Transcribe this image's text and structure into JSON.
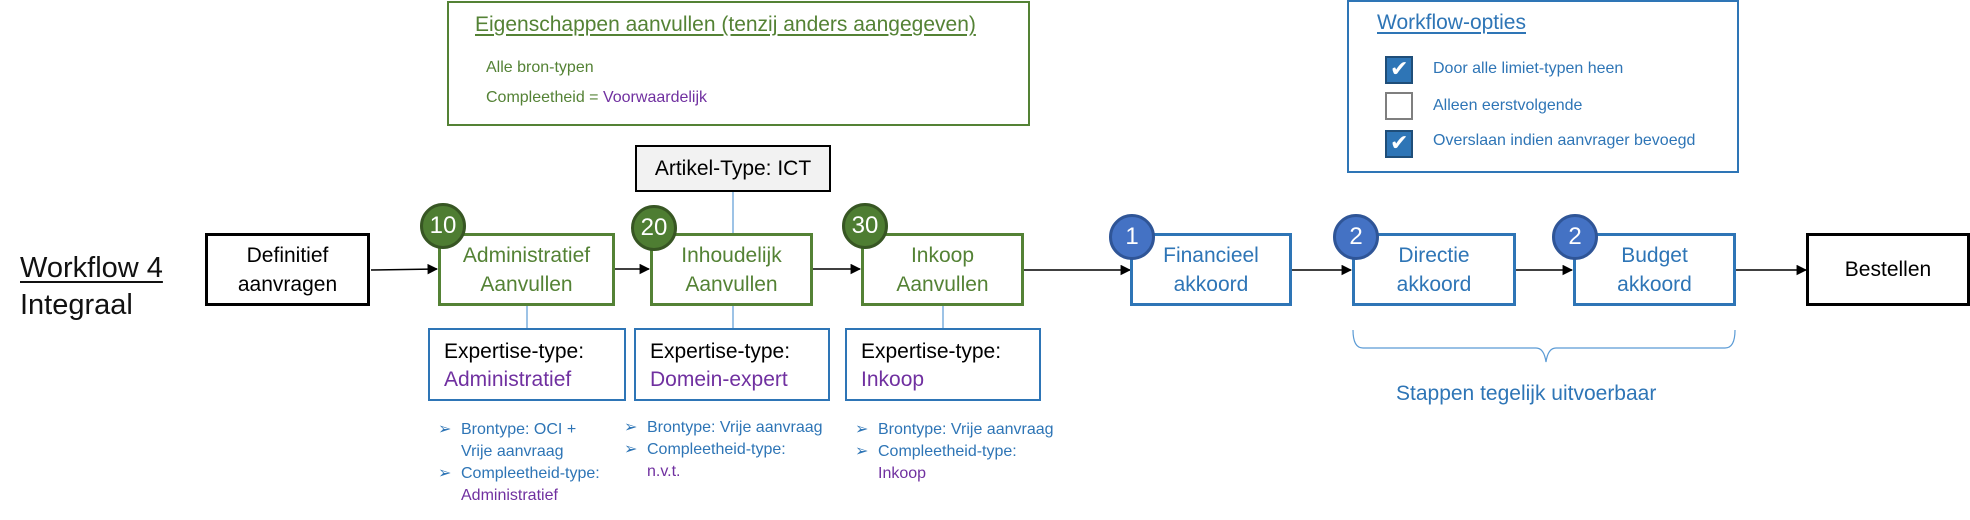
{
  "workflow": {
    "title_line1": "Workflow 4",
    "title_line2": "Integraal"
  },
  "properties_panel": {
    "title": "Eigenschappen aanvullen (tenzij anders aangegeven)",
    "line1": "Alle bron-typen",
    "line2_label": "Compleetheid = ",
    "line2_value": "Voorwaardelijk"
  },
  "options_panel": {
    "title": "Workflow-opties",
    "options": [
      {
        "label": "Door alle limiet-typen heen",
        "checked": true
      },
      {
        "label": "Alleen eerstvolgende",
        "checked": false
      },
      {
        "label": "Overslaan indien aanvrager bevoegd",
        "checked": true
      }
    ]
  },
  "article_type": "Artikel-Type: ICT",
  "start_step": "Definitief\naanvragen",
  "end_step": "Bestellen",
  "steps": [
    {
      "badge": "10",
      "label": "Administratief\nAanvullen",
      "expertise_key": "Expertise-type:",
      "expertise_value": "Administratief",
      "bullets": [
        {
          "text": "Brontype: OCI +\nVrije aanvraag",
          "value": ""
        },
        {
          "text": "Compleetheid-type:",
          "value": "Administratief"
        }
      ]
    },
    {
      "badge": "20",
      "label": "Inhoudelijk\nAanvullen",
      "expertise_key": "Expertise-type:",
      "expertise_value": "Domein-expert",
      "bullets": [
        {
          "text": "Brontype: Vrije aanvraag",
          "value": ""
        },
        {
          "text": "Compleetheid-type:",
          "value": "n.v.t."
        }
      ]
    },
    {
      "badge": "30",
      "label": "Inkoop\nAanvullen",
      "expertise_key": "Expertise-type:",
      "expertise_value": "Inkoop",
      "bullets": [
        {
          "text": "Brontype: Vrije aanvraag",
          "value": ""
        },
        {
          "text": "Compleetheid-type:",
          "value": "Inkoop"
        }
      ]
    }
  ],
  "approvals": [
    {
      "badge": "1",
      "label": "Financieel\nakkoord"
    },
    {
      "badge": "2",
      "label": "Directie\nakkoord"
    },
    {
      "badge": "2",
      "label": "Budget\nakkoord"
    }
  ],
  "parallel_note": "Stappen tegelijk uitvoerbaar",
  "colors": {
    "green": "#548235",
    "blue": "#2e75b6",
    "purple": "#7030a0",
    "badge_green": "#4e7d32",
    "badge_blue": "#4472c4"
  },
  "icons": {
    "bullet": "arrow-bullet-icon",
    "checkbox_checked": "check-icon"
  }
}
